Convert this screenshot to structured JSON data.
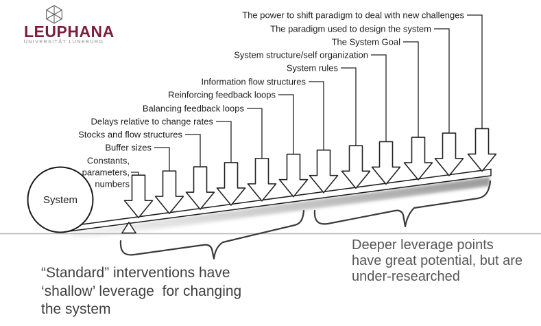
{
  "logo": {
    "icon": "leuphana-gem-icon",
    "wordmark": "LEUPHANA",
    "subtitle": "UNIVERSITÄT LÜNEBURG",
    "wordmark_color": "#7d1d3a",
    "subtitle_color": "#8f8f96"
  },
  "diagram": {
    "system_circle_label": "System",
    "leverage_points": [
      {
        "label": "Constants, parameters, numbers",
        "lines": [
          "Constants,",
          "parameters,",
          "numbers"
        ]
      },
      {
        "label": "Buffer sizes",
        "lines": [
          "Buffer sizes"
        ]
      },
      {
        "label": "Stocks and flow structures",
        "lines": [
          "Stocks and flow structures"
        ]
      },
      {
        "label": "Delays relative to change rates",
        "lines": [
          "Delays relative to change rates"
        ]
      },
      {
        "label": "Balancing feedback loops",
        "lines": [
          "Balancing feedback loops"
        ]
      },
      {
        "label": "Reinforcing feedback loops",
        "lines": [
          "Reinforcing feedback loops"
        ]
      },
      {
        "label": "Information flow structures",
        "lines": [
          "Information flow structures"
        ]
      },
      {
        "label": "System rules",
        "lines": [
          "System rules"
        ]
      },
      {
        "label": "System structure/self organization",
        "lines": [
          "System structure/self organization"
        ]
      },
      {
        "label": "The System Goal",
        "lines": [
          "The System Goal"
        ]
      },
      {
        "label": "The paradigm used to design the system",
        "lines": [
          "The paradigm used to design the system"
        ]
      },
      {
        "label": "The power to shift paradigm to deal with new challenges",
        "lines": [
          "The power to shift paradigm to deal with new challenges"
        ]
      }
    ],
    "captions": {
      "left": {
        "lines": [
          "“Standard” interventions have",
          "‘shallow’ leverage  for changing",
          "the system"
        ]
      },
      "right": {
        "lines": [
          "Deeper leverage points",
          "have great potential, but are",
          "under-researched"
        ]
      }
    }
  }
}
